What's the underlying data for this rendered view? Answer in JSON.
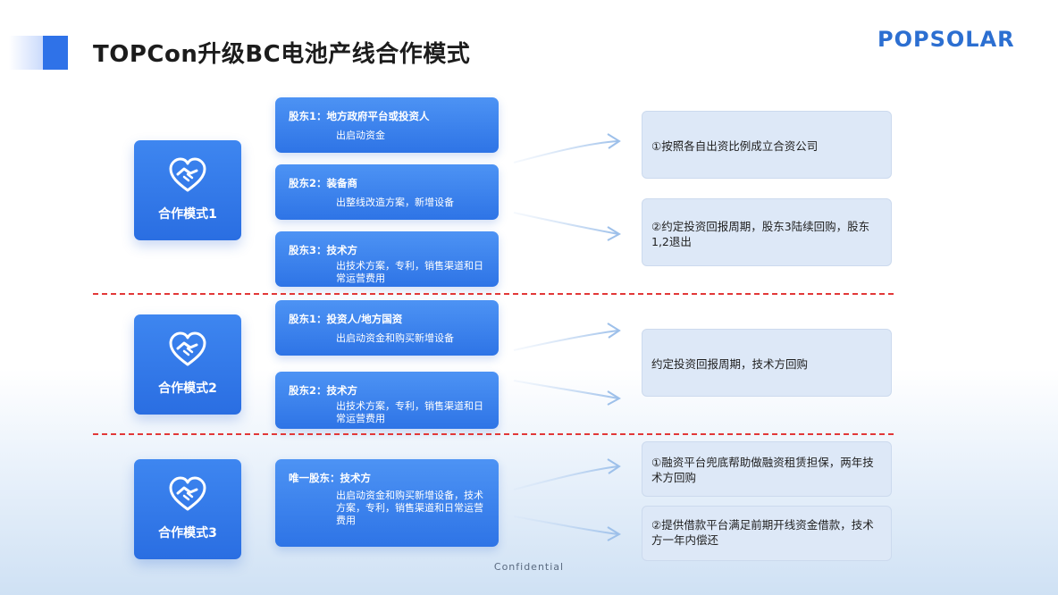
{
  "title": "TOPCon升级BC电池产线合作模式",
  "logo": "POPSOLAR",
  "footer": "Confidential",
  "icons": {
    "mode_card": "handshake-heart-icon"
  },
  "colors": {
    "accent": "#2f72e8",
    "divider": "#e23838",
    "result_box": "#dde8f7",
    "logo": "#2c6fd1"
  },
  "modes": [
    {
      "label": "合作模式1",
      "shareholders": [
        {
          "title": "股东1：地方政府平台或投资人",
          "desc": "出启动资金"
        },
        {
          "title": "股东2：装备商",
          "desc": "出整线改造方案，新增设备"
        },
        {
          "title": "股东3：技术方",
          "desc": "出技术方案，专利，销售渠道和日常运营费用"
        }
      ],
      "results": [
        "①按照各自出资比例成立合资公司",
        "②约定投资回报周期，股东3陆续回购，股东1,2退出"
      ]
    },
    {
      "label": "合作模式2",
      "shareholders": [
        {
          "title": "股东1：投资人/地方国资",
          "desc": "出启动资金和购买新增设备"
        },
        {
          "title": "股东2：技术方",
          "desc": "出技术方案，专利，销售渠道和日常运营费用"
        }
      ],
      "results": [
        "约定投资回报周期，技术方回购"
      ]
    },
    {
      "label": "合作模式3",
      "shareholders": [
        {
          "title": "唯一股东：技术方",
          "desc": "出启动资金和购买新增设备，技术方案，专利，销售渠道和日常运营费用"
        }
      ],
      "results": [
        "①融资平台兜底帮助做融资租赁担保，两年技术方回购",
        "②提供借款平台满足前期开线资金借款，技术方一年内偿还"
      ]
    }
  ]
}
